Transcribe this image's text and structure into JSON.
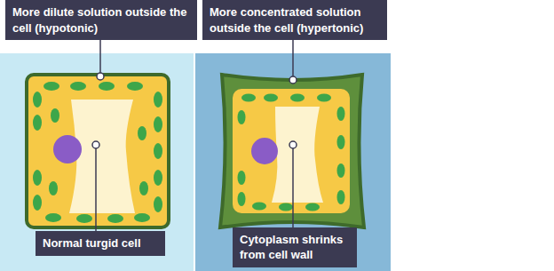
{
  "diagram": {
    "nodes": [
      {
        "text": [
          "More dilute solution outside the cell (hypotonic)"
        ]
      },
      {
        "text": [
          "More concentrated solution outside the cell (hypertonic)"
        ]
      },
      {
        "text": [
          "Normal turgid cell"
        ]
      },
      {
        "text": [
          "Cytoplasm shrinks from cell wall"
        ]
      }
    ]
  }
}
